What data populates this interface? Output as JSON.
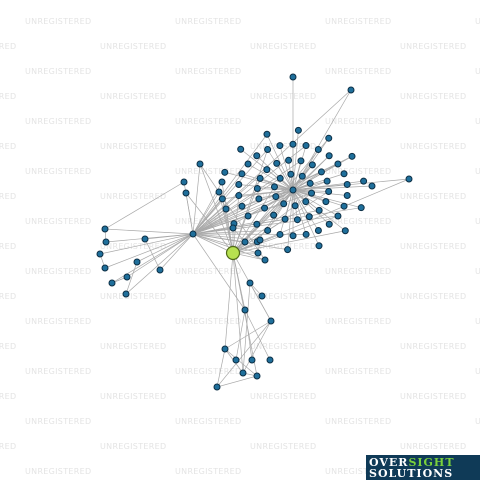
{
  "watermark": {
    "text": "UNREGISTERED"
  },
  "logo": {
    "part1": "OVER",
    "part2": "SIGHT",
    "part3": "SOLUTIONS"
  },
  "colors": {
    "node_fill": "#1f6f9b",
    "node_stroke": "#0d2f45",
    "focus_fill": "#b7e150",
    "edge": "#a9a9a9",
    "logo_background": "#0f3a57",
    "logo_accent": "#7ad13b"
  },
  "graph": {
    "nodes": [
      {
        "id": "F"
      },
      {
        "id": "H1"
      },
      {
        "id": "H2"
      },
      {
        "id": "H3"
      },
      {
        "id": "L1"
      },
      {
        "id": "L2"
      },
      {
        "id": "L3"
      },
      {
        "id": "L4"
      },
      {
        "id": "L5"
      },
      {
        "id": "L6"
      },
      {
        "id": "L7"
      },
      {
        "id": "L8"
      },
      {
        "id": "L9"
      },
      {
        "id": "L10"
      },
      {
        "id": "L11"
      },
      {
        "id": "M1"
      },
      {
        "id": "M2"
      },
      {
        "id": "M3"
      },
      {
        "id": "M4"
      },
      {
        "id": "M5"
      },
      {
        "id": "M6"
      },
      {
        "id": "M7"
      },
      {
        "id": "M8"
      },
      {
        "id": "M9"
      },
      {
        "id": "M10"
      },
      {
        "id": "B1"
      },
      {
        "id": "B2"
      },
      {
        "id": "B3"
      },
      {
        "id": "B4"
      },
      {
        "id": "B5"
      },
      {
        "id": "B6"
      },
      {
        "id": "B7"
      },
      {
        "id": "O1"
      },
      {
        "id": "O2"
      },
      {
        "id": "O3"
      }
    ],
    "edges": [
      [
        "F",
        "H1"
      ],
      [
        "F",
        "H2"
      ],
      [
        "F",
        "H3"
      ],
      [
        "F",
        "M1"
      ],
      [
        "F",
        "M2"
      ],
      [
        "F",
        "M3"
      ],
      [
        "F",
        "M4"
      ],
      [
        "F",
        "M5"
      ],
      [
        "F",
        "M6"
      ],
      [
        "F",
        "M7"
      ],
      [
        "F",
        "M8"
      ],
      [
        "F",
        "M9"
      ],
      [
        "F",
        "M10"
      ],
      [
        "F",
        "B1"
      ],
      [
        "F",
        "B2"
      ],
      [
        "F",
        "B3"
      ],
      [
        "F",
        "B4"
      ],
      [
        "H2",
        "L1"
      ],
      [
        "H2",
        "L2"
      ],
      [
        "H2",
        "L3"
      ],
      [
        "H2",
        "L4"
      ],
      [
        "H2",
        "L5"
      ],
      [
        "H2",
        "L6"
      ],
      [
        "H2",
        "L7"
      ],
      [
        "H2",
        "L8"
      ],
      [
        "H2",
        "L9"
      ],
      [
        "H2",
        "L10"
      ],
      [
        "H2",
        "L11"
      ],
      [
        "H2",
        "M1"
      ],
      [
        "H2",
        "M2"
      ],
      [
        "H2",
        "M3"
      ],
      [
        "H2",
        "M4"
      ],
      [
        "H2",
        "M5"
      ],
      [
        "H2",
        "M6"
      ],
      [
        "H2",
        "M7"
      ],
      [
        "H2",
        "M8"
      ],
      [
        "H2",
        "M9"
      ],
      [
        "H2",
        "M10"
      ],
      [
        "H2",
        "H1"
      ],
      [
        "H1",
        "O1"
      ],
      [
        "H1",
        "O2"
      ],
      [
        "H1",
        "O3"
      ],
      [
        "L1",
        "L2"
      ],
      [
        "L3",
        "L4"
      ],
      [
        "L5",
        "L6"
      ],
      [
        "L7",
        "L8"
      ],
      [
        "L9",
        "L10"
      ],
      [
        "L11",
        "L2"
      ],
      [
        "M4",
        "M5"
      ],
      [
        "M6",
        "M7"
      ],
      [
        "M8",
        "M9"
      ],
      [
        "M1",
        "M10"
      ],
      [
        "B1",
        "B2"
      ],
      [
        "B1",
        "B3"
      ],
      [
        "B2",
        "B5"
      ],
      [
        "B3",
        "B4"
      ],
      [
        "B1",
        "B5"
      ],
      [
        "B2",
        "B3"
      ],
      [
        "B1",
        "B6"
      ],
      [
        "B6",
        "B7"
      ],
      [
        "B3",
        "B6"
      ],
      [
        "B4",
        "B5"
      ],
      [
        "B2",
        "B4"
      ]
    ]
  }
}
